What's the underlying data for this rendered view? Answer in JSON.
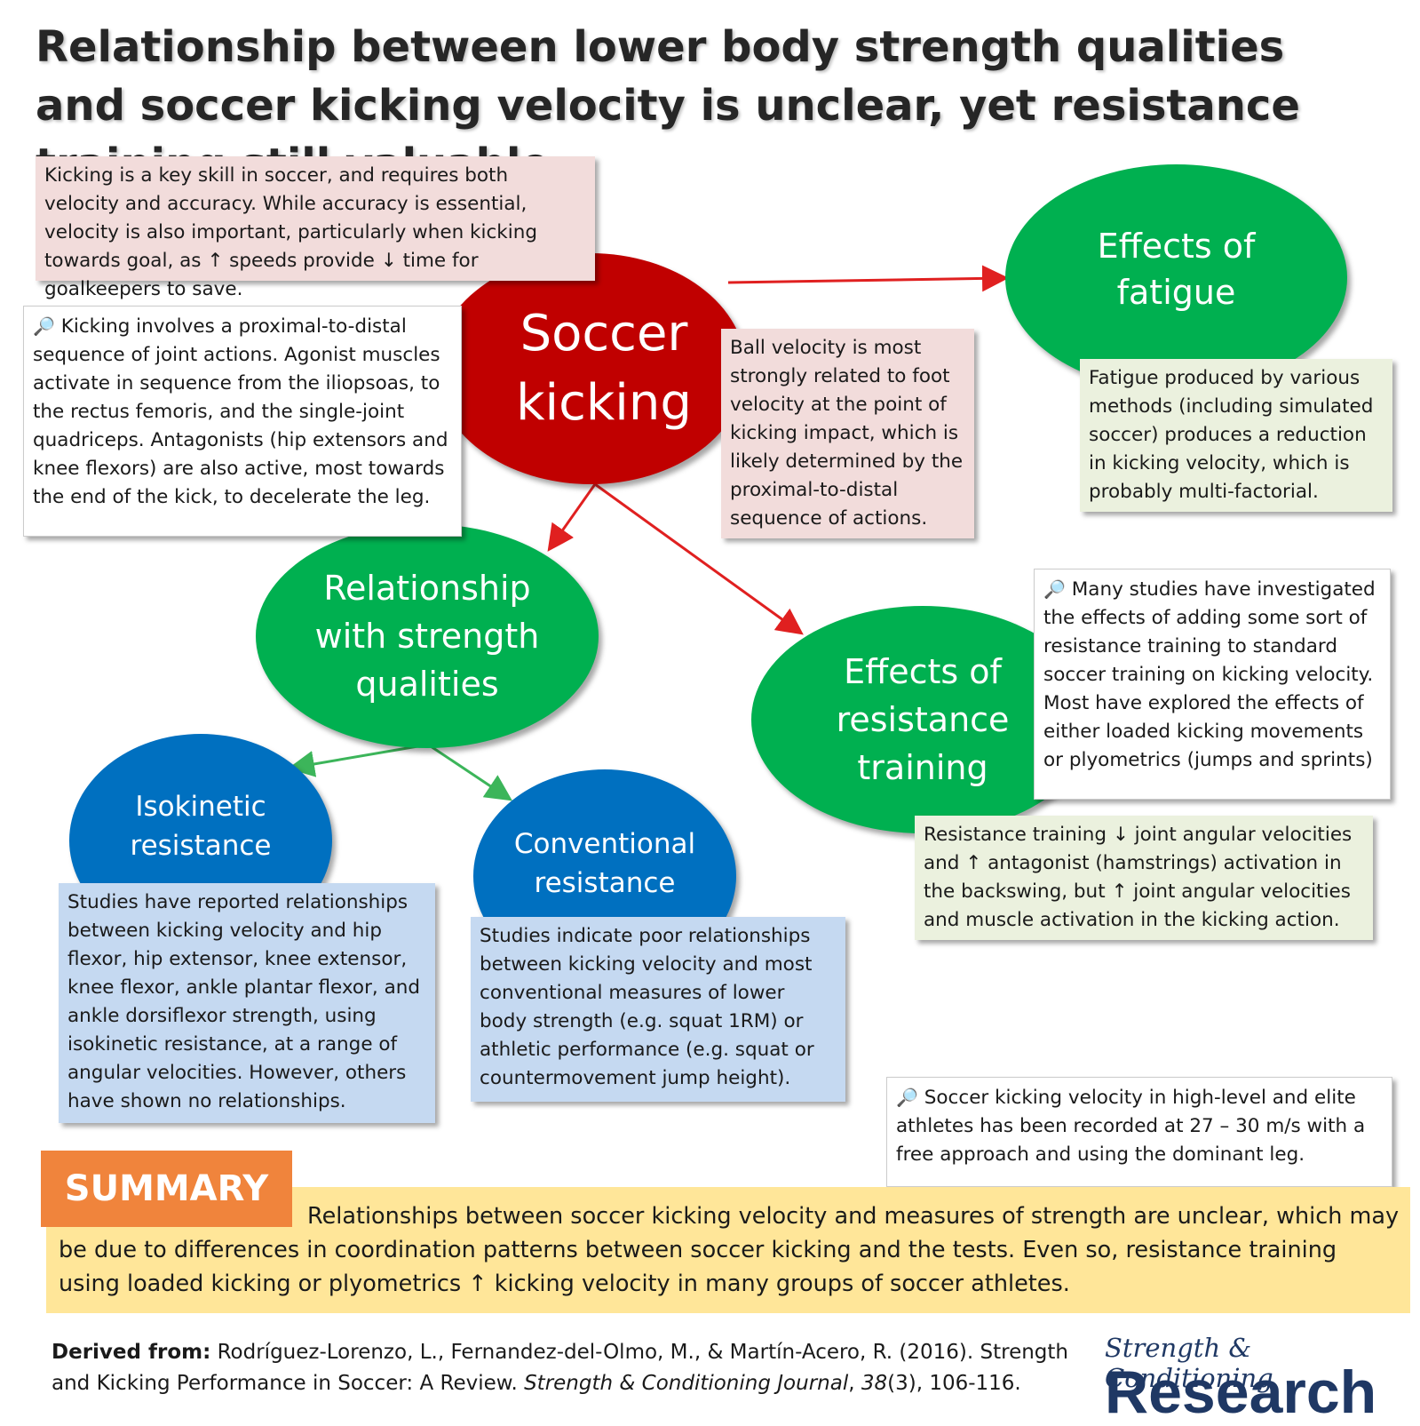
{
  "title": "Relationship between lower body strength qualities and soccer kicking velocity is unclear, yet resistance training still valuable",
  "nodes": {
    "soccer_kicking": "Soccer kicking",
    "effects_fatigue": "Effects of fatigue",
    "relationship_strength": "Relationship with strength qualities",
    "effects_resistance": "Effects of resistance training",
    "isokinetic": "Isokinetic resistance",
    "conventional": "Conventional resistance"
  },
  "boxes": {
    "intro": "Kicking is a key skill in soccer, and requires both velocity and accuracy. While accuracy is essential, velocity is also important, particularly when kicking towards goal, as ↑ speeds provide ↓ time for goalkeepers to save.",
    "sequence": "Kicking involves a proximal-to-distal sequence of joint actions. Agonist muscles activate in sequence from the iliopsoas, to the rectus femoris, and the single-joint quadriceps. Antagonists (hip extensors and knee flexors) are also active, most towards the end of the kick, to decelerate the leg.",
    "ball_velocity": "Ball velocity is most strongly related to foot velocity at the point of kicking impact, which is likely determined by the proximal-to-distal sequence of actions.",
    "fatigue": "Fatigue produced by various methods (including simulated soccer) produces a reduction in kicking velocity, which is probably multi-factorial.",
    "many_studies": "Many studies have investigated the effects of adding some sort of resistance training to standard soccer training on kicking velocity. Most have explored the effects of either loaded kicking movements or plyometrics (jumps and sprints)",
    "resistance_training": "Resistance training ↓ joint angular velocities and ↑ antagonist (hamstrings) activation in the backswing, but ↑ joint angular velocities and muscle activation in the kicking action.",
    "isokinetic_box": "Studies have reported relationships between kicking velocity and  hip flexor, hip extensor, knee extensor, knee flexor, ankle plantar flexor, and ankle dorsiflexor strength, using isokinetic resistance, at a range of angular velocities. However, others have shown no relationships.",
    "conventional_box": "Studies indicate poor relationships between kicking velocity and most conventional measures of lower body strength (e.g. squat 1RM) or athletic performance (e.g. squat or countermovement jump height).",
    "elite": "Soccer kicking velocity in high-level and elite athletes has been recorded at 27 – 30 m/s with a free approach and using the dominant leg."
  },
  "summary": {
    "label": "SUMMARY",
    "text": "Relationships between soccer kicking velocity and measures of strength are unclear, which may be due to differences in coordination patterns between soccer kicking and the tests. Even so, resistance training using loaded kicking or plyometrics ↑ kicking velocity in many groups of soccer athletes."
  },
  "citation": {
    "prefix": "Derived from:",
    "authors": " Rodríguez-Lorenzo, L., Fernandez-del-Olmo, M., & Martín-Acero, R. (2016). Strength and Kicking Performance in Soccer: A Review. ",
    "journal": "Strength & Conditioning Journal",
    "sep": ", ",
    "volume": "38",
    "pages": "(3), 106-116."
  },
  "brand": {
    "line1": "Strength & Conditioning",
    "line2": "Research"
  },
  "colors": {
    "red_node": "#c00000",
    "green_node": "#00b050",
    "blue_node": "#0070c0",
    "green_arrow": "#3cb55a",
    "summary_label": "#f0843c",
    "summary_band": "#ffe699",
    "brand": "#1f3864"
  },
  "icons": [
    "magnifier-icon"
  ]
}
